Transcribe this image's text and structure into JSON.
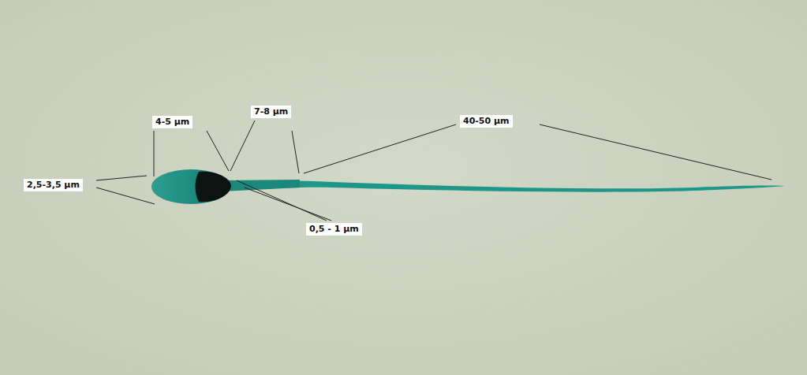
{
  "diagram": {
    "labels": [
      "4-5 µm",
      "7-8 µm",
      "40-50 µm",
      "2,5-3,5 µm",
      "0,5 - 1 µm"
    ]
  }
}
